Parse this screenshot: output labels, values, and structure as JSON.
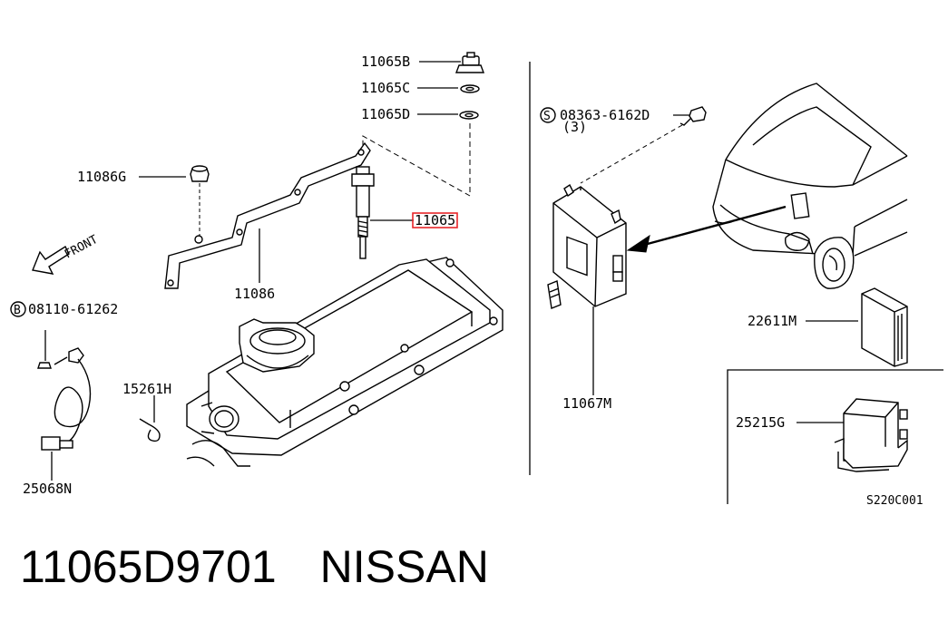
{
  "labels": {
    "p11065B": "11065B",
    "p11065C": "11065C",
    "p11065D": "11065D",
    "p11086G": "11086G",
    "p11065": "11065",
    "front": "FRONT",
    "p11086": "11086",
    "bolt_prefix": "B",
    "bolt": "08110-61262",
    "p15261H": "15261H",
    "p25068N": "25068N",
    "screw_prefix": "S",
    "screw": "08363-6162D",
    "screw_qty": "(3)",
    "p22611M": "22611M",
    "p11067M": "11067M",
    "p25215G": "25215G",
    "diagram_code": "S220C001"
  },
  "footer": {
    "part_number": "11065D9701",
    "brand": "NISSAN"
  },
  "colors": {
    "highlight": "#e8262a",
    "line": "#000000"
  }
}
